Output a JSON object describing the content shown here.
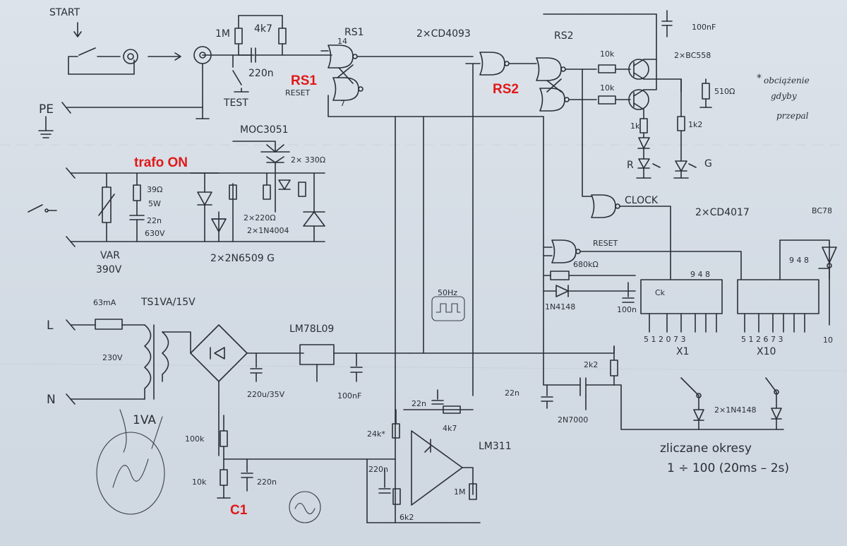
{
  "labels": {
    "start_top": "START",
    "test": "TEST",
    "pe": "PE",
    "r_1m": "1M",
    "r_4k7": "4k7",
    "c_220n": "220n",
    "rs1_top": "RS1",
    "rs1_red": "RS1",
    "reset": "RESET",
    "ic_cd4093": "2×CD4093",
    "rs2_top": "RS2",
    "rs2_red": "RS2",
    "c_100nf_top": "100nF",
    "r_10k_a": "10k",
    "r_10k_b": "10k",
    "bc558": "2×BC558",
    "r_510": "510Ω",
    "note_line1": "obciążenie",
    "note_line2": "gdyby",
    "note_line3": "przepal",
    "note_star": "*",
    "r_1k": "1k",
    "r_1k2": "1k2",
    "led_r": "R",
    "led_g": "G",
    "moc3051": "MOC3051",
    "trafo_on": "trafo ON",
    "r_2x330": "2× 330Ω",
    "r_39": "39Ω",
    "p_5w": "5W",
    "c_22n": "22n",
    "v_630": "630V",
    "r_2x220": "2×220Ω",
    "d_2x1n4004": "2×1N4004",
    "var": "VAR",
    "v_390": "390V",
    "thy_2n6509": "2×2N6509 G",
    "clock": "CLOCK",
    "ic_cd4017": "2×CD4017",
    "bc78": "BC78",
    "reset_line": "RESET",
    "r_680k": "680kΩ",
    "d_1n4148": "1N4148",
    "c_100n_mid": "100n",
    "hz_50": "50Hz",
    "fuse_63ma": "63mA",
    "ts1va": "TS1VA/15V",
    "lm78l09": "LM78L09",
    "v_230": "230V",
    "l_term": "L",
    "n_term": "N",
    "c_220u": "220u/35V",
    "c_100nf_low": "100nF",
    "va_1": "1VA",
    "r_100k": "100k",
    "r_10k_c": "10k",
    "c_220n_low": "220n",
    "c1_red": "C1",
    "c_22n_fb": "22n",
    "r_24k": "24k*",
    "r_4k7_fb": "4k7",
    "lm311": "LM311",
    "c_220n_311": "220n",
    "r_6k2": "6k2",
    "r_1m_low": "1M",
    "c_22n_gate": "22n",
    "r_2k2": "2k2",
    "fet_2n7000": "2N7000",
    "d_2x1n4148": "2×1N4148",
    "x1": "X1",
    "x10": "X10",
    "count_line1": "zliczane okresy",
    "count_line2": "1 ÷ 100 (20ms – 2s)",
    "pins_4017a": "5 1 2 0 7 3",
    "pins_4017b": "5 1 2 6 7 3",
    "pins_948a": "9 4 8",
    "pins_948b": "9 4 8",
    "pin_10": "10",
    "pin_14": "14",
    "pin_7": "7",
    "ck": "Ck"
  }
}
